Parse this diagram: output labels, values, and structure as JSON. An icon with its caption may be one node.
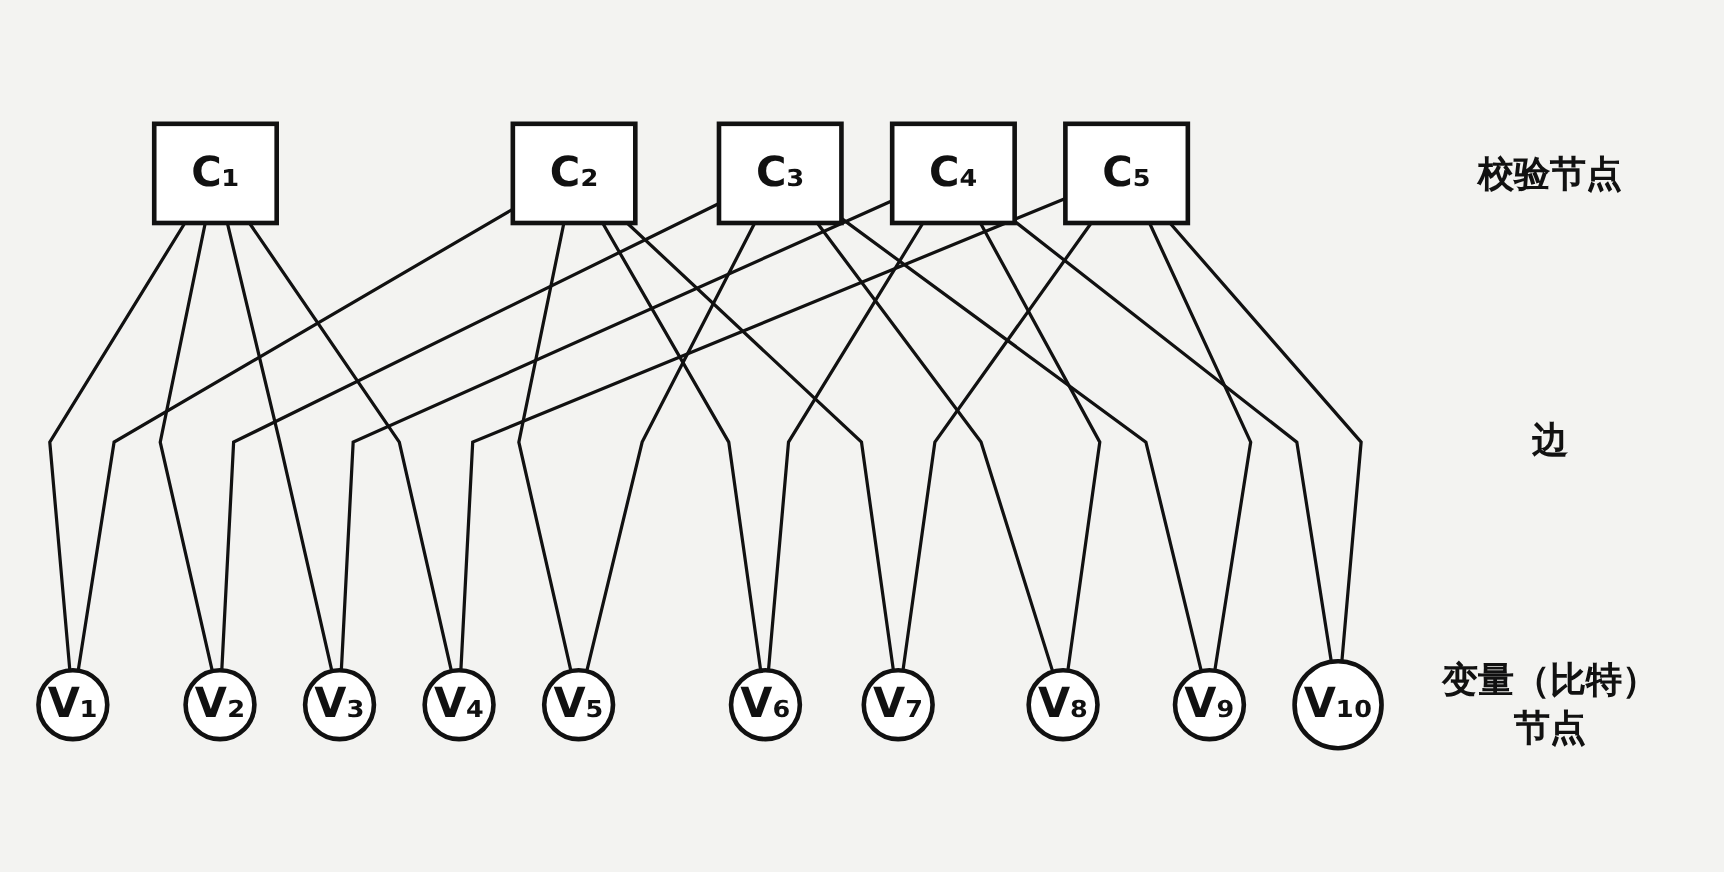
{
  "diagram": {
    "nodes": [
      {
        "text": [
          "C₁"
        ]
      },
      {
        "text": [
          "C₂"
        ]
      },
      {
        "text": [
          "C₃"
        ]
      },
      {
        "text": [
          "C₄"
        ]
      },
      {
        "text": [
          "C₅"
        ]
      },
      {
        "text": [
          "V₁"
        ]
      },
      {
        "text": [
          "V₂"
        ]
      },
      {
        "text": [
          "V₃"
        ]
      },
      {
        "text": [
          "V₄"
        ]
      },
      {
        "text": [
          "V₅"
        ]
      },
      {
        "text": [
          "V₆"
        ]
      },
      {
        "text": [
          "V₇"
        ]
      },
      {
        "text": [
          "V₈"
        ]
      },
      {
        "text": [
          "V₉"
        ]
      },
      {
        "text": [
          "V₁₀"
        ]
      }
    ],
    "edges": [
      {
        "from": 0,
        "to": 5,
        "arrow": "none"
      },
      {
        "from": 0,
        "to": 6,
        "arrow": "none"
      },
      {
        "from": 0,
        "to": 7,
        "arrow": "none"
      },
      {
        "from": 0,
        "to": 8,
        "arrow": "none"
      },
      {
        "from": 1,
        "to": 5,
        "arrow": "none"
      },
      {
        "from": 1,
        "to": 9,
        "arrow": "none"
      },
      {
        "from": 1,
        "to": 10,
        "arrow": "none"
      },
      {
        "from": 1,
        "to": 11,
        "arrow": "none"
      },
      {
        "from": 2,
        "to": 6,
        "arrow": "none"
      },
      {
        "from": 2,
        "to": 9,
        "arrow": "none"
      },
      {
        "from": 2,
        "to": 12,
        "arrow": "none"
      },
      {
        "from": 2,
        "to": 13,
        "arrow": "none"
      },
      {
        "from": 3,
        "to": 7,
        "arrow": "none"
      },
      {
        "from": 3,
        "to": 10,
        "arrow": "none"
      },
      {
        "from": 3,
        "to": 12,
        "arrow": "none"
      },
      {
        "from": 3,
        "to": 14,
        "arrow": "none"
      },
      {
        "from": 4,
        "to": 8,
        "arrow": "none"
      },
      {
        "from": 4,
        "to": 11,
        "arrow": "none"
      },
      {
        "from": 4,
        "to": 13,
        "arrow": "none"
      },
      {
        "from": 4,
        "to": 14,
        "arrow": "none"
      }
    ],
    "labels": [
      "校验节点",
      "边",
      "变量（比特）节点"
    ]
  }
}
